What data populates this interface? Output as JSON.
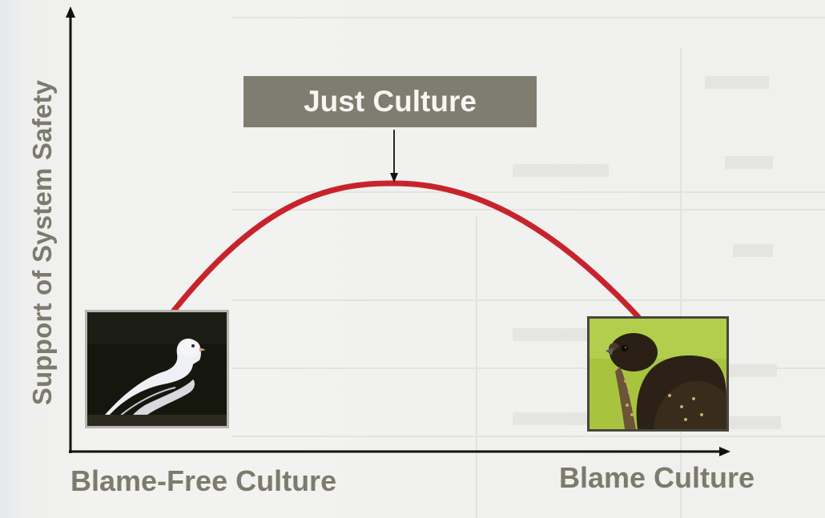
{
  "diagram": {
    "y_axis_label": "Support of System Safety",
    "x_axis_left_label": "Blame-Free Culture",
    "x_axis_right_label": "Blame Culture",
    "peak_label": "Just Culture",
    "curve_color": "#c8232c",
    "label_color": "#7d7a6e",
    "box_color": "#7f7d70"
  },
  "images": {
    "left": "white-dove-photo",
    "right": "hawk-photo"
  }
}
